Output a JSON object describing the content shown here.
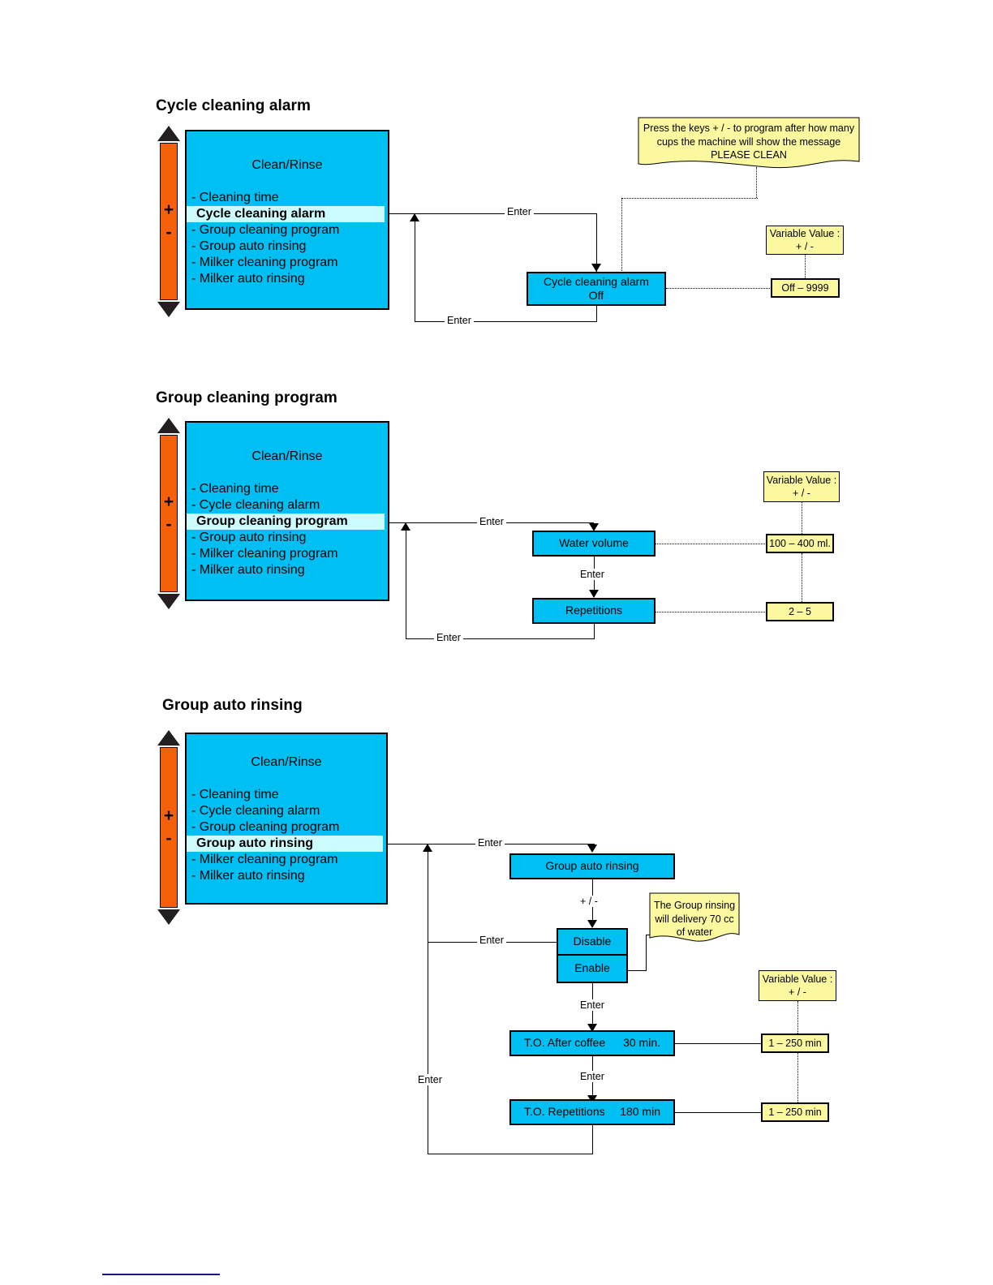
{
  "document": {
    "sections": [
      {
        "id": "cycle-cleaning-alarm",
        "title": "Cycle cleaning alarm",
        "menu": {
          "screen_title": "Clean/Rinse",
          "items": [
            {
              "label": "- Cleaning time",
              "selected": false
            },
            {
              "label": "Cycle cleaning alarm",
              "selected": true
            },
            {
              "label": "- Group cleaning program",
              "selected": false
            },
            {
              "label": "- Group auto rinsing",
              "selected": false
            },
            {
              "label": "- Milker cleaning program",
              "selected": false
            },
            {
              "label": "- Milker auto rinsing",
              "selected": false
            }
          ]
        },
        "scroller": {
          "plus": "+",
          "minus": "-"
        },
        "edge_labels": {
          "enter_in": "Enter",
          "enter_out": "Enter"
        },
        "boxes": [
          {
            "line1": "Cycle cleaning alarm",
            "line2": "Off"
          }
        ],
        "values": [
          {
            "label": "Variable Value :",
            "sub": "+ / -"
          },
          {
            "label": "Off – 9999"
          }
        ],
        "note": "Press the keys + / - to program after how many cups the machine will show the message PLEASE CLEAN",
        "note_lines": [
          "Press the keys + / - to program after how many",
          "cups the machine will show the message",
          "PLEASE CLEAN"
        ]
      },
      {
        "id": "group-cleaning-program",
        "title": "Group cleaning program",
        "menu": {
          "screen_title": "Clean/Rinse",
          "items": [
            {
              "label": "- Cleaning time",
              "selected": false
            },
            {
              "label": "- Cycle cleaning alarm",
              "selected": false
            },
            {
              "label": "Group cleaning program",
              "selected": true
            },
            {
              "label": "- Group auto rinsing",
              "selected": false
            },
            {
              "label": "- Milker cleaning program",
              "selected": false
            },
            {
              "label": "- Milker auto rinsing",
              "selected": false
            }
          ]
        },
        "scroller": {
          "plus": "+",
          "minus": "-"
        },
        "edge_labels": {
          "enter_in": "Enter",
          "enter_mid": "Enter",
          "enter_out": "Enter"
        },
        "boxes": [
          {
            "line1": "Water volume"
          },
          {
            "line1": "Repetitions"
          }
        ],
        "values": [
          {
            "label": "Variable Value :",
            "sub": "+ / -"
          },
          {
            "label": "100 – 400 ml."
          },
          {
            "label": "2 – 5"
          }
        ]
      },
      {
        "id": "group-auto-rinsing",
        "title": "Group auto rinsing",
        "menu": {
          "screen_title": "Clean/Rinse",
          "items": [
            {
              "label": "- Cleaning time",
              "selected": false
            },
            {
              "label": "- Cycle cleaning alarm",
              "selected": false
            },
            {
              "label": "- Group cleaning program",
              "selected": false
            },
            {
              "label": "Group auto rinsing",
              "selected": true
            },
            {
              "label": "- Milker cleaning program",
              "selected": false
            },
            {
              "label": "- Milker auto rinsing",
              "selected": false
            }
          ]
        },
        "scroller": {
          "plus": "+",
          "minus": "-"
        },
        "edge_labels": {
          "enter_in": "Enter",
          "plus_minus": "+ / -",
          "enter_disable": "Enter",
          "enter_after_enable": "Enter",
          "enter_after_coffee": "Enter",
          "enter_return": "Enter"
        },
        "boxes": [
          {
            "line1": "Group auto rinsing"
          },
          {
            "option_top": "Disable",
            "option_bottom": "Enable"
          },
          {
            "left": "T.O. After coffee",
            "right": "30 min."
          },
          {
            "left": "T.O. Repetitions",
            "right": "180 min"
          }
        ],
        "values": [
          {
            "label": "Variable Value :",
            "sub": "+ / -"
          },
          {
            "label": "1 – 250 min"
          },
          {
            "label": "1 – 250 min"
          }
        ],
        "note_lines": [
          "The Group rinsing",
          "will delivery 70 cc",
          "of water"
        ]
      }
    ],
    "colors": {
      "lcd_cyan": "#00c0f3",
      "highlight": "#ccfbfe",
      "scroll_orange": "#f4610a",
      "note_yellow": "#fbf8a0",
      "footer_rule": "#17177f",
      "outline": "#000000"
    }
  }
}
